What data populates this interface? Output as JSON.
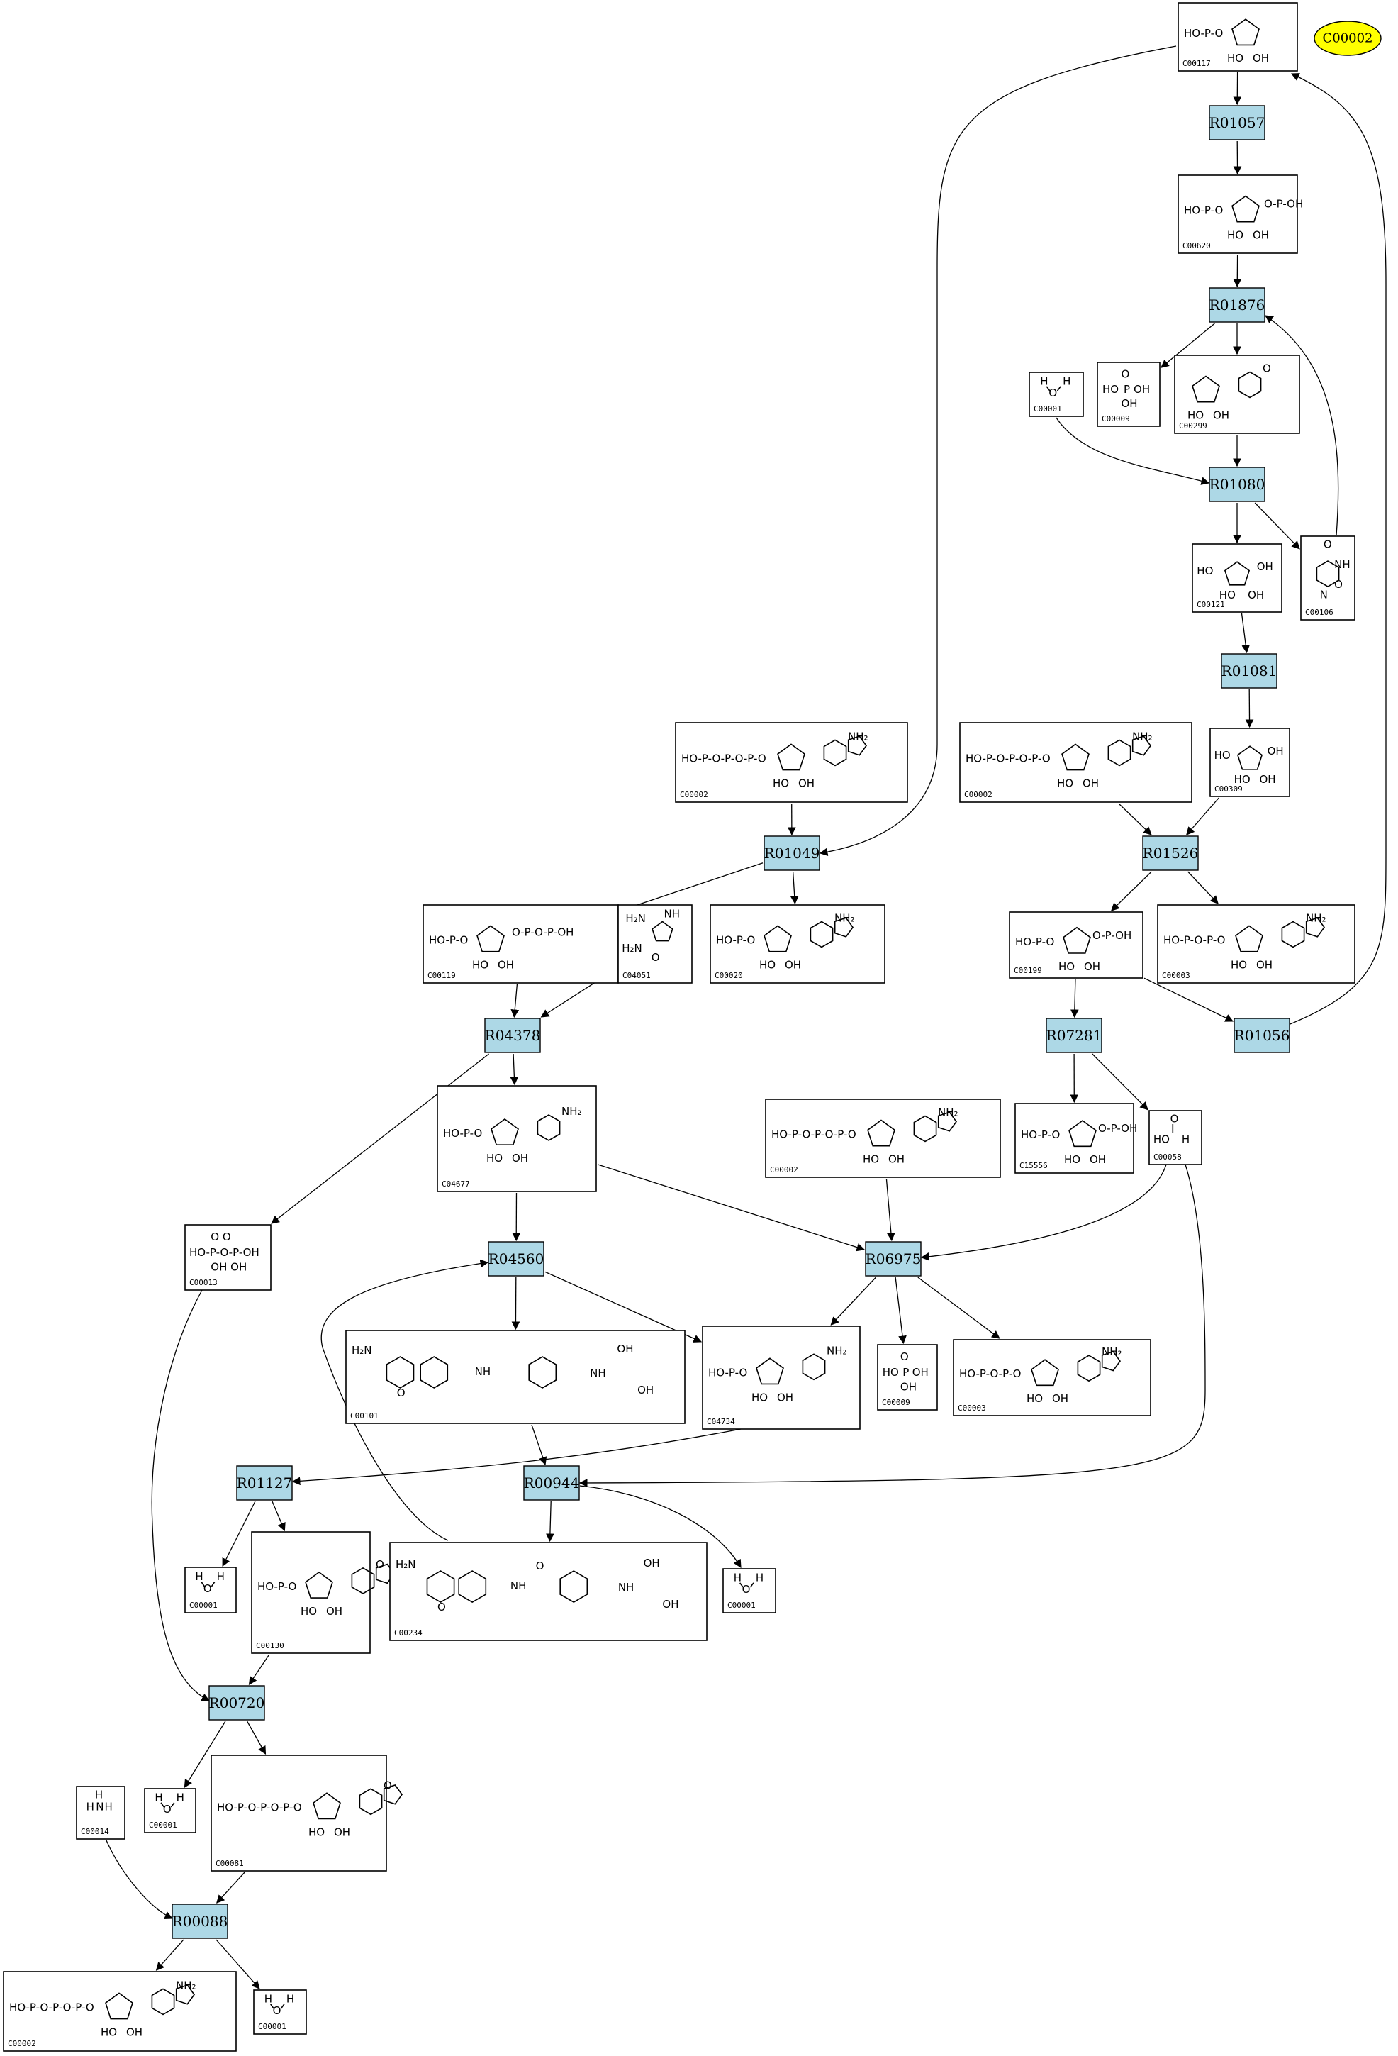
{
  "highlight": {
    "id": "C00002",
    "color": "#ffff00"
  },
  "reaction_color": "#add8e6",
  "reactions": [
    {
      "id": "R01057"
    },
    {
      "id": "R01876"
    },
    {
      "id": "R01080"
    },
    {
      "id": "R01081"
    },
    {
      "id": "R01526"
    },
    {
      "id": "R01049"
    },
    {
      "id": "R04378"
    },
    {
      "id": "R07281"
    },
    {
      "id": "R01056"
    },
    {
      "id": "R04560"
    },
    {
      "id": "R06975"
    },
    {
      "id": "R01127"
    },
    {
      "id": "R00944"
    },
    {
      "id": "R00720"
    },
    {
      "id": "R00088"
    }
  ],
  "compounds": [
    {
      "key": "c00117",
      "id": "C00117",
      "icon": "ribose-phosphate-structure-icon"
    },
    {
      "key": "c00620",
      "id": "C00620",
      "icon": "ribose-1-phosphate-structure-icon"
    },
    {
      "key": "c00001a",
      "id": "C00001",
      "icon": "water-structure-icon"
    },
    {
      "key": "c00009a",
      "id": "C00009",
      "icon": "phosphate-structure-icon"
    },
    {
      "key": "c00299",
      "id": "C00299",
      "icon": "uridine-structure-icon"
    },
    {
      "key": "c00121",
      "id": "C00121",
      "icon": "ribose-structure-icon"
    },
    {
      "key": "c00106",
      "id": "C00106",
      "icon": "uracil-structure-icon"
    },
    {
      "key": "c00309",
      "id": "C00309",
      "icon": "ribulose-structure-icon"
    },
    {
      "key": "c00002a",
      "id": "C00002",
      "icon": "atp-structure-icon"
    },
    {
      "key": "c00002b",
      "id": "C00002",
      "icon": "atp-structure-icon"
    },
    {
      "key": "c00119",
      "id": "C00119",
      "icon": "prpp-structure-icon"
    },
    {
      "key": "c04051",
      "id": "C04051",
      "icon": "aminoimidazole-carboxamide-structure-icon"
    },
    {
      "key": "c00020",
      "id": "C00020",
      "icon": "amp-structure-icon"
    },
    {
      "key": "c00199",
      "id": "C00199",
      "icon": "ribulose-5-phosphate-structure-icon"
    },
    {
      "key": "c00003a",
      "id": "C00003",
      "icon": "nucleotide-structure-icon"
    },
    {
      "key": "c04677",
      "id": "C04677",
      "icon": "aicar-structure-icon"
    },
    {
      "key": "c15556",
      "id": "C15556",
      "icon": "deoxyxylulose-phosphate-structure-icon"
    },
    {
      "key": "c00058",
      "id": "C00058",
      "icon": "formate-structure-icon"
    },
    {
      "key": "c00002c",
      "id": "C00002",
      "icon": "atp-structure-icon"
    },
    {
      "key": "c00013",
      "id": "C00013",
      "icon": "diphosphate-structure-icon"
    },
    {
      "key": "c00101",
      "id": "C00101",
      "icon": "tetrahydrofolate-structure-icon"
    },
    {
      "key": "c04734",
      "id": "C04734",
      "icon": "faicar-structure-icon"
    },
    {
      "key": "c00009b",
      "id": "C00009",
      "icon": "phosphate-structure-icon"
    },
    {
      "key": "c00003b",
      "id": "C00003",
      "icon": "nucleotide-structure-icon"
    },
    {
      "key": "c00001b",
      "id": "C00001",
      "icon": "water-structure-icon"
    },
    {
      "key": "c00130",
      "id": "C00130",
      "icon": "imp-structure-icon"
    },
    {
      "key": "c00234",
      "id": "C00234",
      "icon": "formyl-thf-structure-icon"
    },
    {
      "key": "c00001c",
      "id": "C00001",
      "icon": "water-structure-icon"
    },
    {
      "key": "c00014",
      "id": "C00014",
      "icon": "ammonia-structure-icon"
    },
    {
      "key": "c00001d",
      "id": "C00001",
      "icon": "water-structure-icon"
    },
    {
      "key": "c00081",
      "id": "C00081",
      "icon": "itp-structure-icon"
    },
    {
      "key": "c00002d",
      "id": "C00002",
      "icon": "atp-structure-icon"
    },
    {
      "key": "c00001e",
      "id": "C00001",
      "icon": "water-structure-icon"
    }
  ],
  "edges": [
    [
      "c00117",
      "R01057"
    ],
    [
      "R01057",
      "c00620"
    ],
    [
      "c00620",
      "R01876"
    ],
    [
      "R01876",
      "c00009a"
    ],
    [
      "R01876",
      "c00299"
    ],
    [
      "c00299",
      "R01080"
    ],
    [
      "c00001a",
      "R01080"
    ],
    [
      "R01080",
      "c00121"
    ],
    [
      "R01080",
      "c00106"
    ],
    [
      "c00106",
      "R01876"
    ],
    [
      "c00121",
      "R01081"
    ],
    [
      "R01081",
      "c00309"
    ],
    [
      "c00309",
      "R01526"
    ],
    [
      "c00002b",
      "R01526"
    ],
    [
      "R01526",
      "c00199"
    ],
    [
      "R01526",
      "c00003a"
    ],
    [
      "c00199",
      "R07281"
    ],
    [
      "c00199",
      "R01056"
    ],
    [
      "R01056",
      "c00117"
    ],
    [
      "c00117",
      "R01049"
    ],
    [
      "c00002a",
      "R01049"
    ],
    [
      "R01049",
      "c00119"
    ],
    [
      "R01049",
      "c00020"
    ],
    [
      "c00119",
      "R04378"
    ],
    [
      "c04051",
      "R04378"
    ],
    [
      "R04378",
      "c04677"
    ],
    [
      "R04378",
      "c00013"
    ],
    [
      "R07281",
      "c15556"
    ],
    [
      "R07281",
      "c00058"
    ],
    [
      "c00058",
      "R06975"
    ],
    [
      "c00058",
      "R00944"
    ],
    [
      "c04677",
      "R04560"
    ],
    [
      "c04677",
      "R06975"
    ],
    [
      "c00002c",
      "R06975"
    ],
    [
      "R04560",
      "c00101"
    ],
    [
      "R04560",
      "c04734"
    ],
    [
      "R06975",
      "c04734"
    ],
    [
      "R06975",
      "c00009b"
    ],
    [
      "R06975",
      "c00003b"
    ],
    [
      "c00101",
      "R00944"
    ],
    [
      "c04734",
      "R01127"
    ],
    [
      "R00944",
      "c00234"
    ],
    [
      "R00944",
      "c00001c"
    ],
    [
      "c00234",
      "R04560"
    ],
    [
      "R01127",
      "c00001b"
    ],
    [
      "R01127",
      "c00130"
    ],
    [
      "c00130",
      "R00720"
    ],
    [
      "c00013",
      "R00720"
    ],
    [
      "R00720",
      "c00001d"
    ],
    [
      "R00720",
      "c00081"
    ],
    [
      "c00081",
      "R00088"
    ],
    [
      "c00014",
      "R00088"
    ],
    [
      "R00088",
      "c00002d"
    ],
    [
      "R00088",
      "c00001e"
    ]
  ]
}
